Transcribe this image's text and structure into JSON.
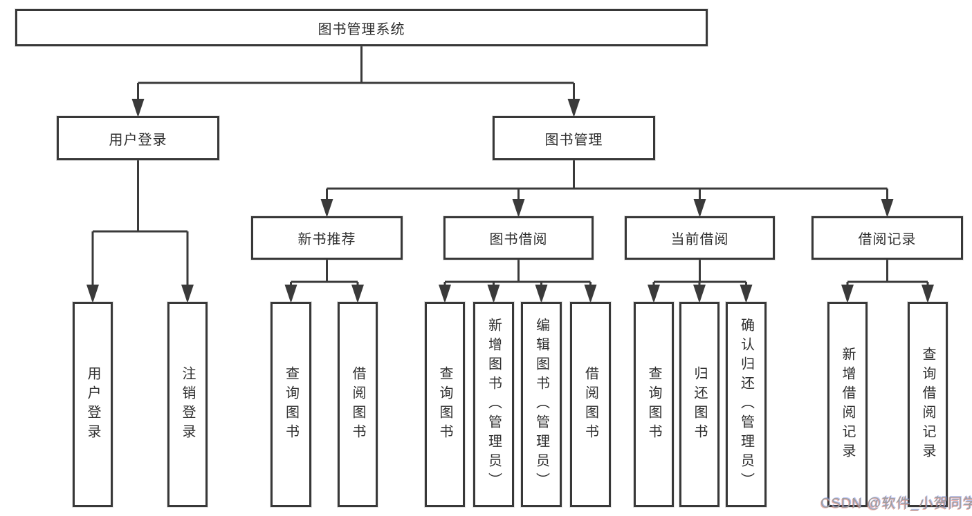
{
  "diagram": {
    "watermark": "CSDN @软件_小贺同学",
    "colors": {
      "line": "#3a3a3a",
      "border": "#383838",
      "text": "#2f2f2f",
      "watermark": "#9e9e9e",
      "background": "#ffffff"
    },
    "tree": {
      "id": "root",
      "label": "图书管理系统",
      "children": [
        {
          "id": "login",
          "label": "用户登录",
          "children": [
            {
              "id": "login-user",
              "label": "用户登录"
            },
            {
              "id": "login-logout",
              "label": "注销登录"
            }
          ]
        },
        {
          "id": "mgmt",
          "label": "图书管理",
          "children": [
            {
              "id": "new-rec",
              "label": "新书推荐",
              "children": [
                {
                  "id": "nr-query",
                  "label": "查询图书"
                },
                {
                  "id": "nr-borrow",
                  "label": "借阅图书"
                }
              ]
            },
            {
              "id": "borrow",
              "label": "图书借阅",
              "children": [
                {
                  "id": "b-query",
                  "label": "查询图书"
                },
                {
                  "id": "b-add",
                  "label": "新增图书（管理员）"
                },
                {
                  "id": "b-edit",
                  "label": "编辑图书（管理员）"
                },
                {
                  "id": "b-borrow",
                  "label": "借阅图书"
                }
              ]
            },
            {
              "id": "current",
              "label": "当前借阅",
              "children": [
                {
                  "id": "c-query",
                  "label": "查询图书"
                },
                {
                  "id": "c-return",
                  "label": "归还图书"
                },
                {
                  "id": "c-confirm",
                  "label": "确认归还（管理员）"
                }
              ]
            },
            {
              "id": "records",
              "label": "借阅记录",
              "children": [
                {
                  "id": "r-add",
                  "label": "新增借阅记录"
                },
                {
                  "id": "r-query",
                  "label": "查询借阅记录"
                }
              ]
            }
          ]
        }
      ]
    }
  }
}
